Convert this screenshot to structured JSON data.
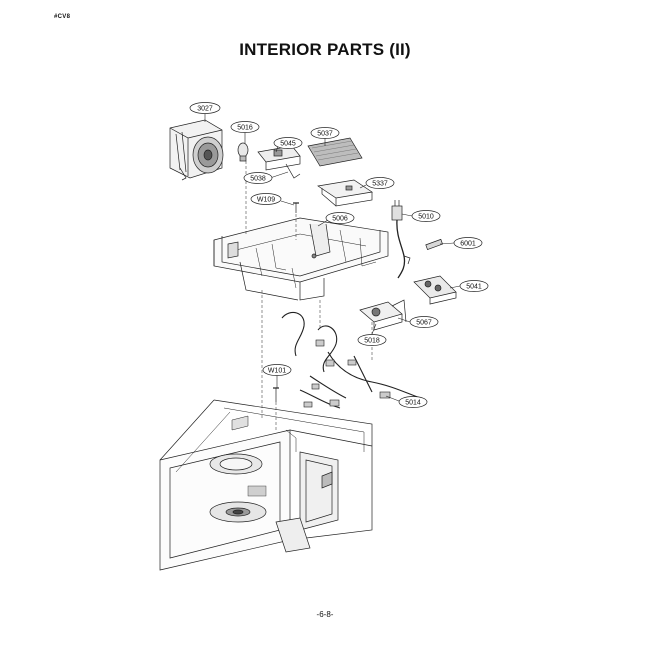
{
  "header": {
    "corner_mark": "#CV8",
    "title": "INTERIOR PARTS (II)"
  },
  "footer": {
    "page_number": "-6-8-"
  },
  "callouts": [
    {
      "id": "3027",
      "label": "3027"
    },
    {
      "id": "5016",
      "label": "5016"
    },
    {
      "id": "5045",
      "label": "5045"
    },
    {
      "id": "5037",
      "label": "5037"
    },
    {
      "id": "5038",
      "label": "5038"
    },
    {
      "id": "5337",
      "label": "5337"
    },
    {
      "id": "w109",
      "label": "W109"
    },
    {
      "id": "5006",
      "label": "5006"
    },
    {
      "id": "5010",
      "label": "5010"
    },
    {
      "id": "6001",
      "label": "6001"
    },
    {
      "id": "5041",
      "label": "5041"
    },
    {
      "id": "5067",
      "label": "5067"
    },
    {
      "id": "5018",
      "label": "5018"
    },
    {
      "id": "w101",
      "label": "W101"
    },
    {
      "id": "5014",
      "label": "5014"
    }
  ]
}
